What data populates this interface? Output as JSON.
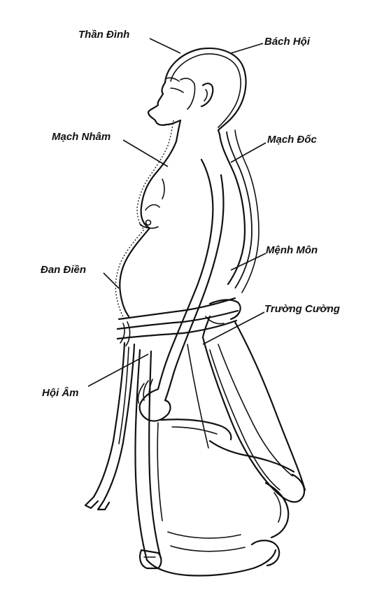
{
  "diagram": {
    "points": [
      {
        "id": "than-dinh",
        "label": "Thần Đình"
      },
      {
        "id": "bach-hoi",
        "label": "Bách Hội"
      },
      {
        "id": "mach-nham",
        "label": "Mạch Nhâm"
      },
      {
        "id": "mach-doc",
        "label": "Mạch Đốc"
      },
      {
        "id": "menh-mon",
        "label": "Mệnh Môn"
      },
      {
        "id": "dan-dien",
        "label": "Đan Điền"
      },
      {
        "id": "truong-cuong",
        "label": "Trường Cường"
      },
      {
        "id": "hoi-am",
        "label": "Hội Âm"
      }
    ],
    "colors": {
      "ink": "#111111",
      "background": "#ffffff"
    }
  }
}
